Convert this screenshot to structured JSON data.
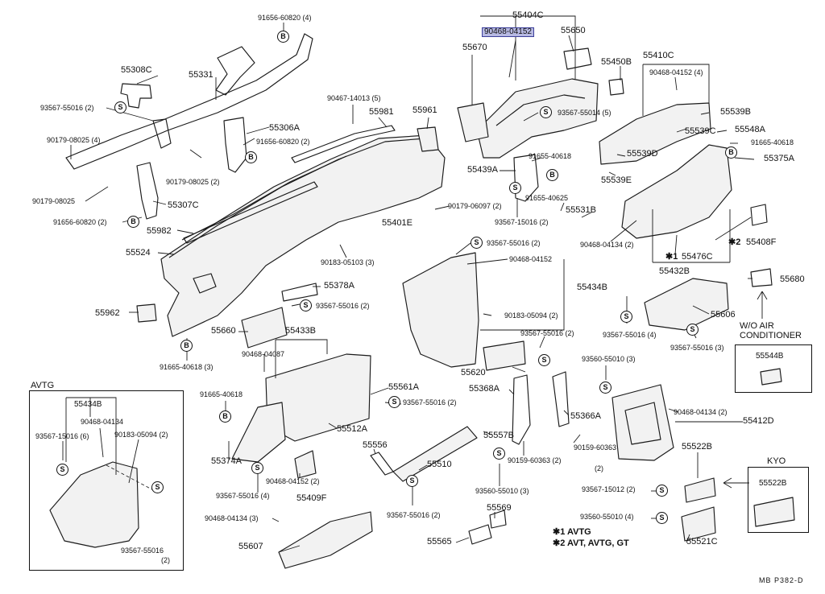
{
  "diagram": {
    "highlighted": "90468-04152",
    "insets": {
      "avtg": {
        "title": "AVTG",
        "parts": [
          "55434B",
          "90468-04134",
          "93567-15016 (6)",
          "90183-05094 (2)",
          "93567-55016",
          "(2)"
        ]
      },
      "no_ac": {
        "title_line1": "W/O AIR",
        "title_line2": "CONDITIONER",
        "part": "55544B"
      },
      "kyo": {
        "title": "KYO",
        "part": "55522B"
      }
    },
    "footnotes": {
      "n1": "✱1 AVTG",
      "n2": "✱2 AVT, AVTG, GT"
    },
    "page_ref": "MB  P382-D",
    "marker_letters": {
      "s": "S",
      "b": "B"
    },
    "labels": {
      "l1": "91656-60820 (4)",
      "l2": "55308C",
      "l3": "55331",
      "l4": "93567-55016 (2)",
      "l5": "55306A",
      "l6": "90179-08025 (4)",
      "l7": "91656-60820 (2)",
      "l8": "90179-08025 (2)",
      "l9": "90179-08025",
      "l10": "55307C",
      "l11": "91656-60820 (2)",
      "l12": "55982",
      "l13": "55524",
      "l14": "55962",
      "l15": "91665-40618 (3)",
      "l16": "90467-14013 (5)",
      "l17": "55981",
      "l18": "55961",
      "l19": "55404C",
      "l20": "90468-04152",
      "l21": "55650",
      "l22": "55670",
      "l23": "93567-55014 (5)",
      "l24": "55450B",
      "l25": "55410C",
      "l26": "90468-04152 (4)",
      "l27": "55539B",
      "l28": "55539C",
      "l29": "55548A",
      "l30": "91665-40618",
      "l31": "55375A",
      "l32": "55539D",
      "l33": "55539E",
      "l34": "91655-40618",
      "l35": "55439A",
      "l36": "91655-40625",
      "l37": "55531B",
      "l38": "93567-15016 (2)",
      "l39": "90179-06097 (2)",
      "l40": "55401E",
      "l41": "90468-04134 (2)",
      "l42": "55476C",
      "l43": "55408F",
      "l44": "55432B",
      "l45": "55680",
      "l46": "90183-05103 (3)",
      "l47": "55378A",
      "l48": "93567-55016 (2)",
      "l49": "93567-55016 (2)",
      "l50": "90468-04152",
      "l51": "55434B",
      "l52": "90183-05094 (2)",
      "l53": "55660",
      "l54": "55433B",
      "l55": "90468-04087",
      "l56": "55606",
      "l57": "93567-55016 (4)",
      "l58": "93567-55016 (3)",
      "l59": "93567-55016 (2)",
      "l60": "55620",
      "l61": "93560-55010 (3)",
      "l62": "55368A",
      "l63": "55366A",
      "l64": "55561A",
      "l65": "93567-55016 (2)",
      "l66": "91665-40618",
      "l67": "55512A",
      "l68": "55374A",
      "l69": "55556",
      "l70": "55557B",
      "l71": "90468-04134 (2)",
      "l72": "55412D",
      "l73": "93567-55016 (4)",
      "l74": "90468-04152 (2)",
      "l75": "55409F",
      "l76": "55510",
      "l77": "90159-60363",
      "l78": "90159-60363 (2)",
      "l79": "(2)",
      "l80": "93560-55010 (3)",
      "l81": "55522B",
      "l82": "93567-15012 (2)",
      "l83": "93567-55016 (2)",
      "l84": "55569",
      "l85": "90468-04134 (3)",
      "l86": "55607",
      "l87": "55565",
      "l88": "93560-55010 (4)",
      "l89": "55521C",
      "l90": "✱2",
      "l91": "✱1"
    }
  }
}
